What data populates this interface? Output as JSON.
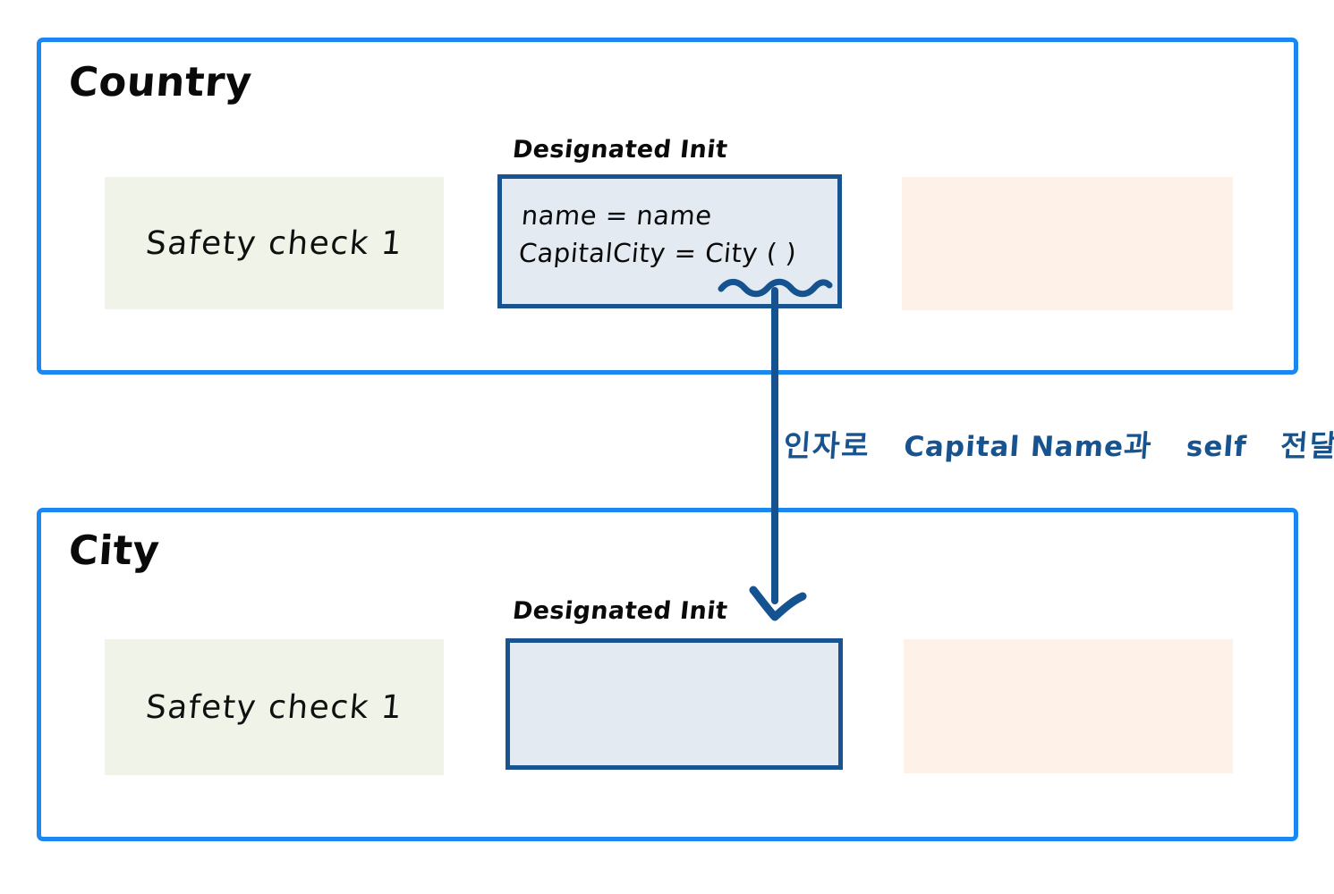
{
  "diagram": {
    "title": "Designated Init delegation diagram",
    "colors": {
      "container_border": "#1a88f0",
      "init_box_border": "#1a5490",
      "init_box_fill": "#e3eaf2",
      "safety_fill": "#f0f4e8",
      "peach_fill": "#fdf1e8",
      "arrow": "#14538f",
      "annotation_text": "#17538f",
      "title_text": "#0a0a0a",
      "background": "#ffffff"
    }
  },
  "country": {
    "title": "Country",
    "safety_check": "Safety  check 1",
    "init_caption": "Designated Init",
    "code": {
      "line1": "name = name",
      "line2": "CapitalCity  =   City ( )",
      "underlined_token": "City ( )"
    },
    "placeholder_box": ""
  },
  "city": {
    "title": "City",
    "safety_check": "Safety  check 1",
    "init_caption": "Designated Init",
    "code": {
      "line1": "",
      "line2": ""
    },
    "placeholder_box": ""
  },
  "flow": {
    "annotation_korean_1": "인자로",
    "annotation_english": "Capital Name",
    "annotation_korean_2": "과",
    "annotation_english_2": "self",
    "annotation_korean_3": "전달",
    "annotation_full": "인자로  Capital Name과  self  전달",
    "direction": "Country.init → City.init",
    "arrow_icon": "down-arrow-icon",
    "squiggle_icon": "wavy-underline-icon"
  }
}
